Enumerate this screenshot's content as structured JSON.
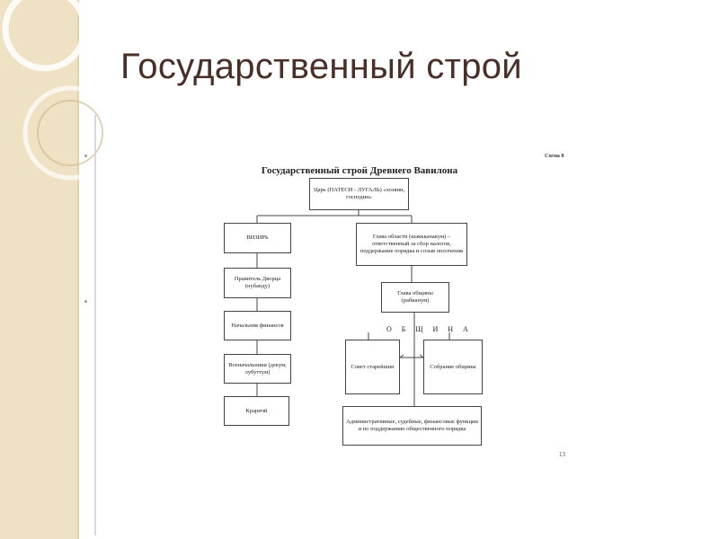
{
  "slide": {
    "title": "Государственный строй"
  },
  "document": {
    "heading": "Государственный строй Древнего Вавилона",
    "scheme_label": "Схема 8",
    "page_number": "13",
    "community_label": "О Б Щ И Н А"
  },
  "boxes": {
    "king": "Царь (ПАТЕСИ - ЛУГАЛЬ) «хозяин, господин»",
    "vizier": "ВИЗИРЬ",
    "region_head": "Глава области (шаккканакум) – ответственный за сбор налогов, поддержание порядка и созыв ополчения",
    "palace_manager": "Правитель Дворца (нубанду)",
    "community_head": "Глава общины (рабианум)",
    "finance_chief": "Начальник финансов",
    "elders_council": "Совет старейшин",
    "community_assembly": "Собрание общины",
    "military_commanders": "Военачальники (декум, лубуттум)",
    "functions": "Административные, судебные, финансовые функции и по поддержанию общественного порядка",
    "herald": "Краричй"
  }
}
